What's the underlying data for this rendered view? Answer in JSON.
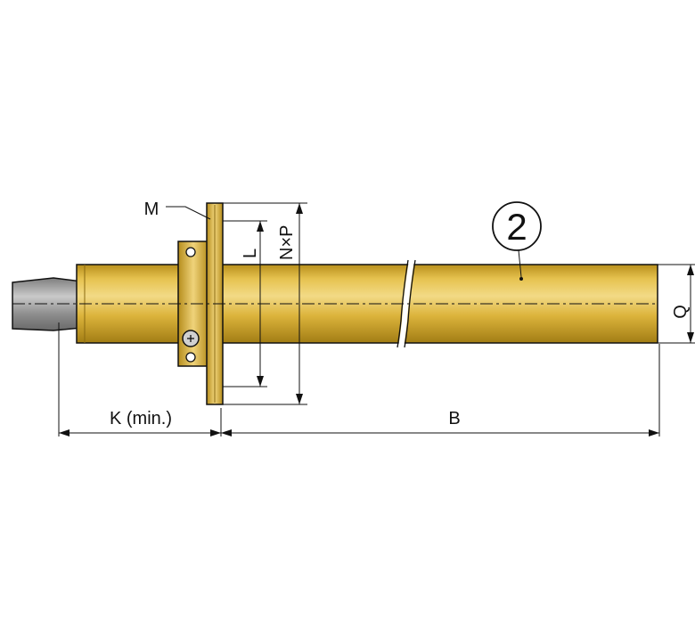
{
  "labels": {
    "m": "M",
    "l": "L",
    "nxp": "N×P",
    "q": "Q",
    "k": "K (min.)",
    "b": "B",
    "part_number": "2"
  },
  "colors": {
    "tube": "#d9b23a",
    "tube_light": "#f3dc8a",
    "tube_dark": "#9f7a12",
    "shaft": "#9a9a9a",
    "line": "#111111"
  }
}
